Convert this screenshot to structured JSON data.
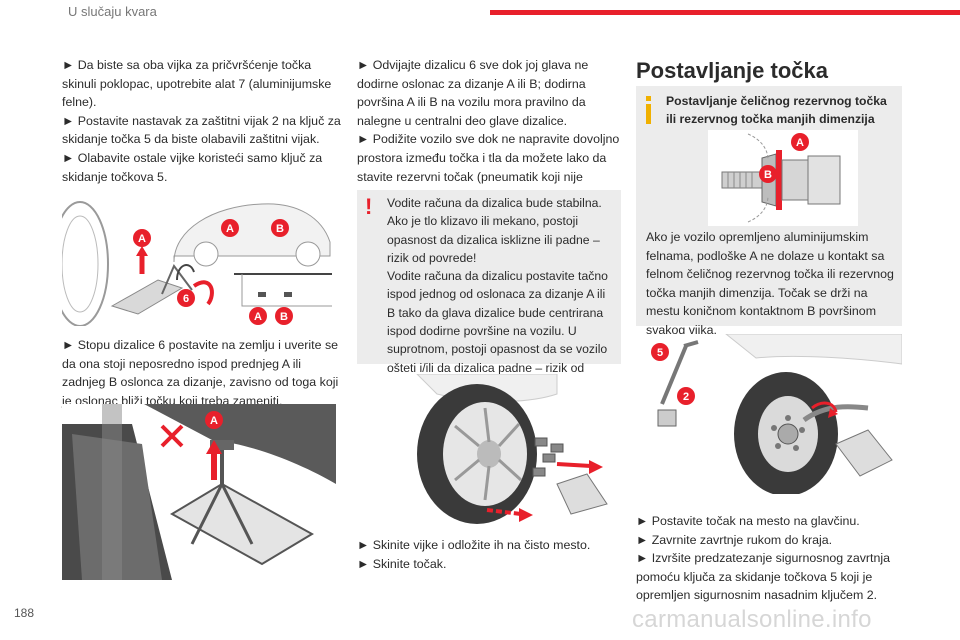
{
  "header": {
    "section": "U slučaju kvara",
    "page_number": "188"
  },
  "watermark": "carmanualsonline.info",
  "col1": {
    "p1": "► Da biste sa oba vijka za pričvršćenje točka skinuli poklopac, upotrebite alat 7 (aluminijumske felne).",
    "p2": "► Postavite nastavak za zaštitni vijak 2 na ključ za skidanje točka 5 da biste olabavili zaštitni vijak.",
    "p3": "► Olabavite ostale vijke koristeći samo ključ za skidanje točkova 5.",
    "p4": "► Stopu dizalice 6 postavite na zemlju i uverite se da ona stoji neposredno ispod prednjeg A ili zadnjeg B oslonca za dizanje, zavisno od toga koji je oslonac bliži točku koji treba zameniti.",
    "fig1_labels": [
      "A",
      "A",
      "B",
      "6",
      "A",
      "B"
    ],
    "fig2_labels": [
      "A"
    ]
  },
  "col2": {
    "p1": "► Odvijajte dizalicu 6 sve dok joj glava ne dodirne oslonac za dizanje A ili B; dodirna površina A ili B na vozilu mora pravilno da nalegne u centralni deo glave dizalice.",
    "p2": "► Podižite vozilo sve dok ne napravite dovoljno prostora između točka i tla da možete lako da stavite rezervni točak (pneumatik koji nije probušen).",
    "warning_icon": "!",
    "warning": "Vodite računa da dizalica bude stabilna. Ako je tlo klizavo ili mekano, postoji opasnost da dizalica isklizne ili padne – rizik od povrede!\nVodite računa da dizalicu postavite tačno ispod jednog od oslonaca za dizanje A ili B tako da glava dizalice bude centrirana ispod dodirne površine na vozilu. U suprotnom, postoji opasnost da se vozilo ošteti i/ili da dizalica padne – rizik od telesne povrede!",
    "p3": "► Skinite vijke i odložite ih na čisto mesto.",
    "p4": "► Skinite točak."
  },
  "col3": {
    "heading": "Postavljanje točka",
    "info_title": "Postavljanje čeličnog rezervnog točka ili rezervnog točka manjih dimenzija",
    "info_fig_labels": [
      "A",
      "B"
    ],
    "info_text": "Ako je vozilo opremljeno aluminijumskim felnama, podloške A ne dolaze u kontakt sa felnom čeličnog rezervnog točka ili rezervnog točka manjih dimenzija. Točak se drži na mestu koničnom kontaktnom B površinom svakog vijka.",
    "fig_labels": [
      "5",
      "2"
    ],
    "p1": "► Postavite točak na mesto na glavčinu.",
    "p2": "► Zavrnite zavrtnje rukom do kraja.",
    "p3": "► Izvršite predzatezanje sigurnosnog zavrtnja pomoću ključa za skidanje točkova 5 koji je opremljen sigurnosnim nasadnim ključem 2."
  },
  "colors": {
    "accent": "#e8202b",
    "info": "#f0b000",
    "box_bg": "#ececec"
  }
}
